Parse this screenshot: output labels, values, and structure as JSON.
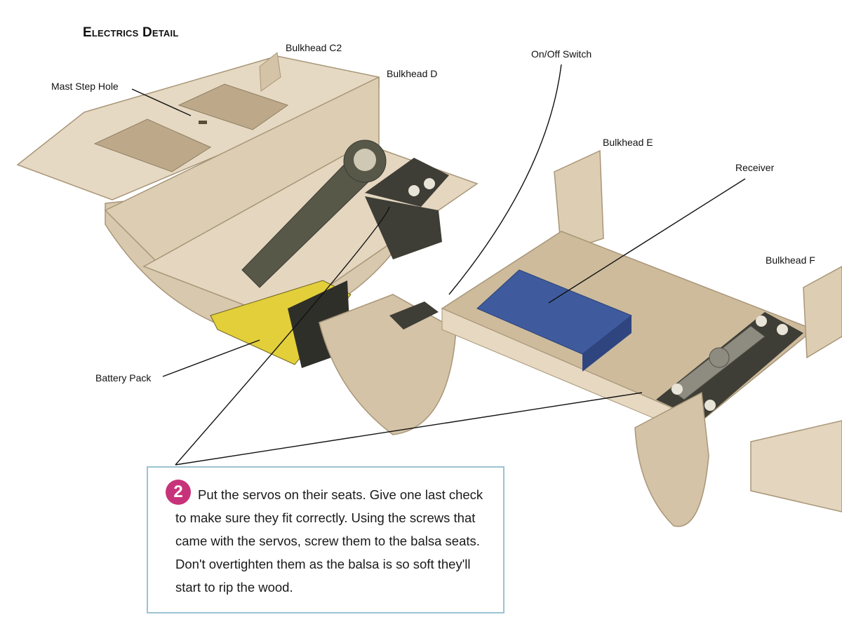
{
  "title": "Electrics Detail",
  "labels": {
    "mast_step_hole": "Mast Step Hole",
    "bulkhead_c2": "Bulkhead C2",
    "bulkhead_d": "Bulkhead D",
    "on_off_switch": "On/Off Switch",
    "bulkhead_e": "Bulkhead E",
    "receiver": "Receiver",
    "bulkhead_f": "Bulkhead F",
    "battery_pack": "Battery Pack"
  },
  "step": {
    "number": "2",
    "text": "Put the servos on their seats. Give one last check to make sure they fit correctly. Using the screws that came with the servos, screw them to the balsa seats. Don't overtighten them as the balsa is so soft they'll start to rip the wood."
  },
  "colors": {
    "wood": "#e3d5be",
    "wood_dark": "#b9a78a",
    "servo": "#4a4a40",
    "receiver": "#3f5b9e",
    "battery": "#e2cf3a",
    "badge": "#c7337a",
    "callout_border": "#9cc3d3"
  }
}
